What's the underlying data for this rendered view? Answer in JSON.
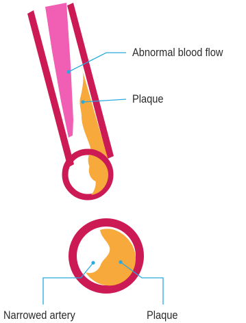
{
  "labels": {
    "abnormal_blood_flow": "Abnormal blood flow",
    "plaque_top": "Plaque",
    "narrowed_artery": "Narrowed artery",
    "plaque_bottom": "Plaque"
  },
  "colors": {
    "artery_wall": "#cc1a55",
    "plaque": "#f7a93b",
    "blood_flow": "#f05fb4",
    "leader_line": "#29a9df",
    "text": "#2a2a2a"
  }
}
